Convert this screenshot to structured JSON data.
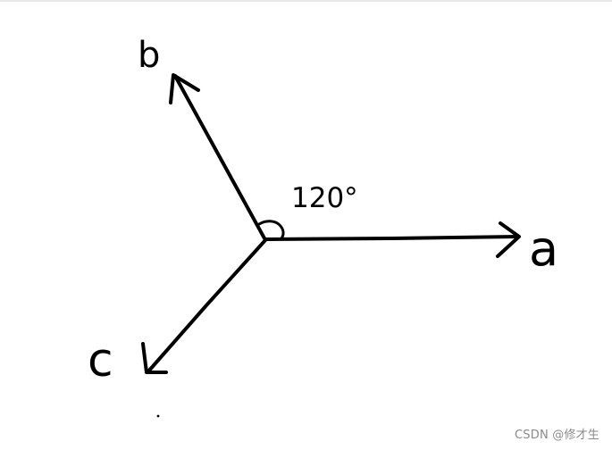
{
  "diagram": {
    "angle_label": "120°",
    "vectors": [
      {
        "name": "a"
      },
      {
        "name": "b"
      },
      {
        "name": "c"
      }
    ]
  },
  "watermark": {
    "text": "CSDN @修才生"
  },
  "colors": {
    "ink": "#000000",
    "background": "#ffffff",
    "watermark": "#8a8a8a"
  }
}
